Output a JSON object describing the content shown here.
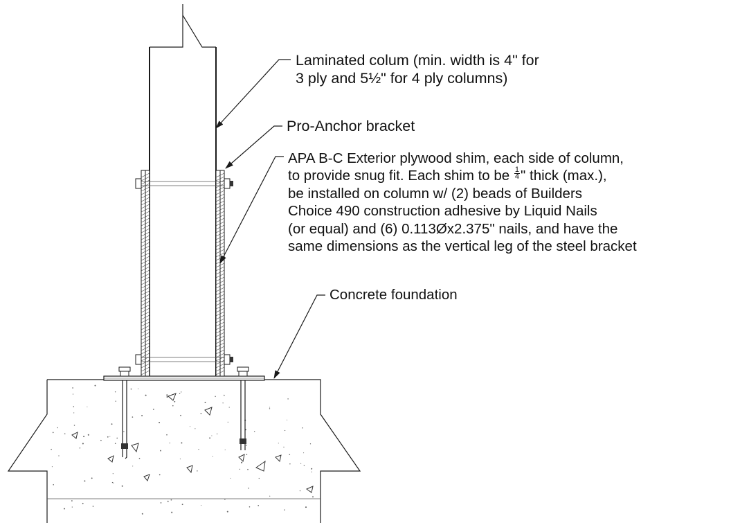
{
  "callouts": {
    "column": {
      "lines": [
        "Laminated colum (min. width is 4\" for",
        "3 ply and 5½\" for 4 ply columns)"
      ]
    },
    "bracket": {
      "lines": [
        "Pro-Anchor bracket"
      ]
    },
    "shim": {
      "line1_before": "APA B-C Exterior plywood shim, each side of column,",
      "line2_before": "to provide snug fit.  Each shim to be ",
      "line2_frac_num": "1",
      "line2_frac_den": "4",
      "line2_after": "\" thick (max.),",
      "lines_rest": [
        "be installed on column w/ (2) beads of Builders",
        "Choice 490 construction adhesive by Liquid Nails",
        "(or equal) and (6) 0.113Øx2.375\" nails, and have the",
        "same dimensions as the vertical leg of the steel bracket"
      ]
    },
    "foundation": {
      "lines": [
        "Concrete foundation"
      ]
    }
  },
  "colors": {
    "ink": "#1a1a1a",
    "background": "#ffffff"
  }
}
